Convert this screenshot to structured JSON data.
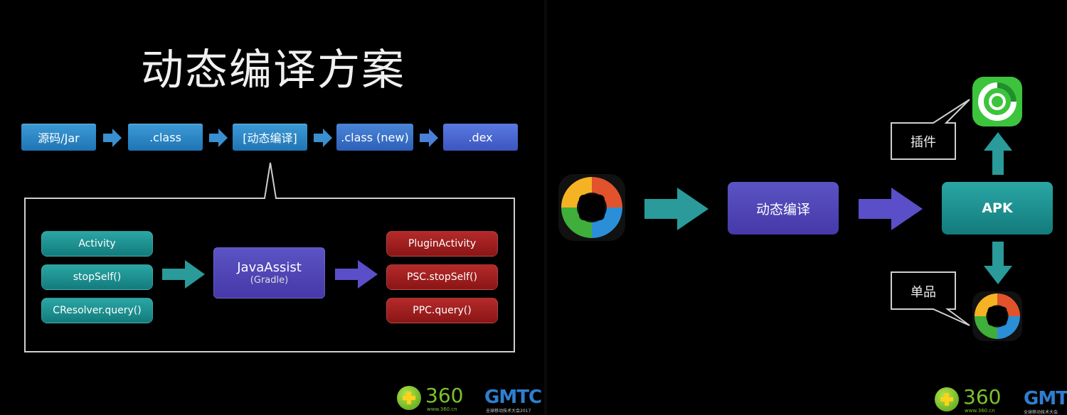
{
  "left": {
    "title": "动态编译方案",
    "flow": [
      {
        "label": "源码/Jar"
      },
      {
        "label": ".class"
      },
      {
        "label": "[动态编译]"
      },
      {
        "label": ".class (new)"
      },
      {
        "label": ".dex"
      }
    ],
    "inputs": [
      "Activity",
      "stopSelf()",
      "CResolver.query()"
    ],
    "processor": {
      "name": "JavaAssist",
      "sub": "(Gradle)"
    },
    "outputs": [
      "PluginActivity",
      "PSC.stopSelf()",
      "PPC.query()"
    ],
    "logo": {
      "num": "360",
      "www": "www.360.cn",
      "brand": "GMTC",
      "brand_sub": "全球移动技术大会2017"
    }
  },
  "right": {
    "compile_label": "动态编译",
    "apk_label": "APK",
    "plugin_label": "插件",
    "single_label": "单品",
    "logo": {
      "num": "360",
      "www": "www.360.cn",
      "brand": "GMTC",
      "brand_sub": "全球移动技术大会"
    }
  },
  "colors": {
    "blue": "#2a86c8",
    "purple": "#4f45b6",
    "teal": "#1e9090",
    "red": "#9f1f1f",
    "arrow_teal": "#2a9a9a",
    "arrow_purple": "#5a4fc8"
  },
  "icons": [
    "arrow-right-icon",
    "arrow-up-icon",
    "arrow-down-icon",
    "app-logo-icon",
    "plugin-app-icon",
    "360-logo-icon"
  ]
}
